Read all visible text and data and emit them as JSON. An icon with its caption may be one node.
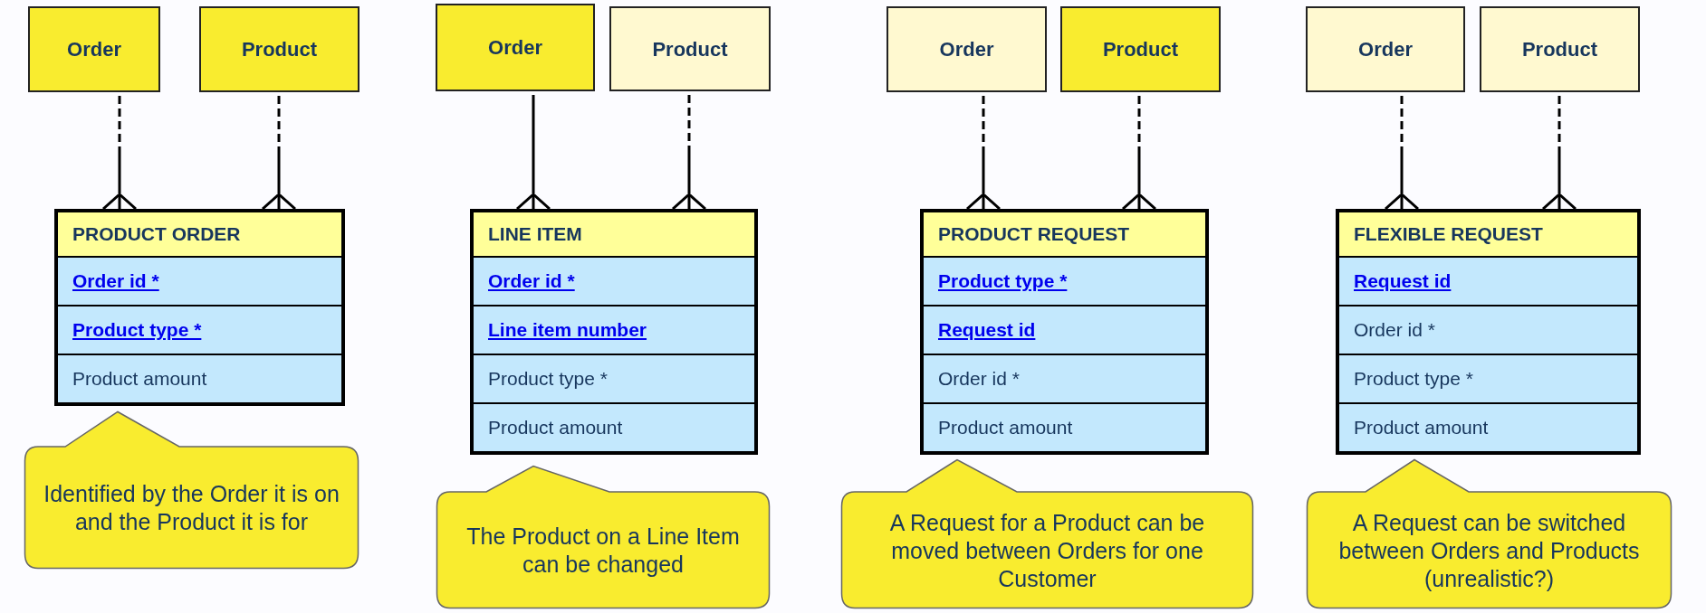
{
  "diagram": {
    "nodes": [
      {
        "text": [
          "Order"
        ]
      },
      {
        "text": [
          "Product"
        ]
      },
      {
        "text": [
          "PRODUCT ORDER"
        ]
      },
      {
        "text": [
          "Order id *"
        ],
        "in": 2
      },
      {
        "text": [
          "Product type *"
        ],
        "in": 2
      },
      {
        "text": [
          "Product amount"
        ],
        "in": 2
      },
      {
        "text": [
          "Identified by the Order it is on and the Product it is for"
        ]
      },
      {
        "text": [
          "Order"
        ]
      },
      {
        "text": [
          "Product"
        ]
      },
      {
        "text": [
          "LINE ITEM"
        ]
      },
      {
        "text": [
          "Order id *"
        ],
        "in": 9
      },
      {
        "text": [
          "Line item number"
        ],
        "in": 9
      },
      {
        "text": [
          "Product type *"
        ],
        "in": 9
      },
      {
        "text": [
          "Product amount"
        ],
        "in": 9
      },
      {
        "text": [
          "The Product on a Line Item can be changed"
        ]
      },
      {
        "text": [
          "Order"
        ]
      },
      {
        "text": [
          "Product"
        ]
      },
      {
        "text": [
          "PRODUCT REQUEST"
        ]
      },
      {
        "text": [
          "Product type *"
        ],
        "in": 17
      },
      {
        "text": [
          "Request id"
        ],
        "in": 17
      },
      {
        "text": [
          "Order id *"
        ],
        "in": 17
      },
      {
        "text": [
          "Product amount"
        ],
        "in": 17
      },
      {
        "text": [
          "A Request for a Product can be moved between Orders for one Customer"
        ]
      },
      {
        "text": [
          "Order"
        ]
      },
      {
        "text": [
          "Product"
        ]
      },
      {
        "text": [
          "FLEXIBLE REQUEST"
        ]
      },
      {
        "text": [
          "Request id"
        ],
        "in": 25
      },
      {
        "text": [
          "Order id *"
        ],
        "in": 25
      },
      {
        "text": [
          "Product type *"
        ],
        "in": 25
      },
      {
        "text": [
          "Product amount"
        ],
        "in": 25
      },
      {
        "text": [
          "A Request can be switched between Orders and Products (unrealistic?)"
        ]
      }
    ],
    "edges": [
      {
        "from": 0,
        "to": 2,
        "arrow": "other",
        "style": "dashed"
      },
      {
        "from": 1,
        "to": 2,
        "arrow": "other",
        "style": "dashed"
      },
      {
        "from": 7,
        "to": 9,
        "arrow": "other"
      },
      {
        "from": 8,
        "to": 9,
        "arrow": "other",
        "style": "dashed"
      },
      {
        "from": 15,
        "to": 17,
        "arrow": "other",
        "style": "dashed"
      },
      {
        "from": 16,
        "to": 17,
        "arrow": "other",
        "style": "dashed"
      },
      {
        "from": 23,
        "to": 25,
        "arrow": "other",
        "style": "dashed"
      },
      {
        "from": 24,
        "to": 25,
        "arrow": "other",
        "style": "dashed"
      }
    ]
  }
}
